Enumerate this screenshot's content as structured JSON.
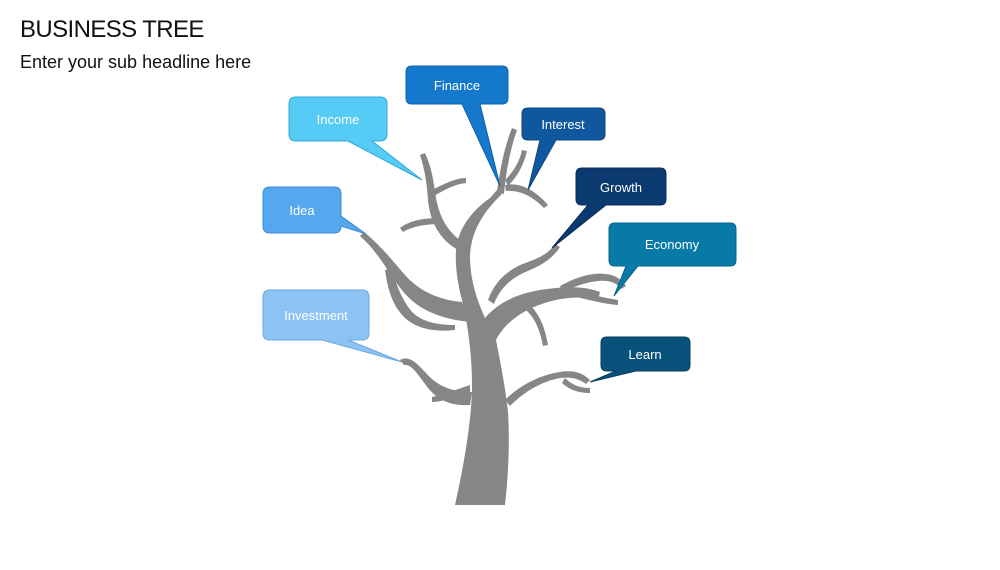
{
  "title": "BUSINESS TREE",
  "subtitle": "Enter your sub headline here",
  "colors": {
    "trunk": "#868686",
    "income": "#56cbf6",
    "idea": "#55a8ee",
    "investment": "#8cc3f4",
    "finance": "#1478cd",
    "interest": "#0f58a0",
    "growth": "#0b3a70",
    "economy": "#087aa8",
    "learn": "#08517a"
  },
  "bubbles": [
    {
      "id": "income",
      "label": "Income"
    },
    {
      "id": "idea",
      "label": "Idea"
    },
    {
      "id": "investment",
      "label": "Investment"
    },
    {
      "id": "finance",
      "label": "Finance"
    },
    {
      "id": "interest",
      "label": "Interest"
    },
    {
      "id": "growth",
      "label": "Growth"
    },
    {
      "id": "economy",
      "label": "Economy"
    },
    {
      "id": "learn",
      "label": "Learn"
    }
  ]
}
